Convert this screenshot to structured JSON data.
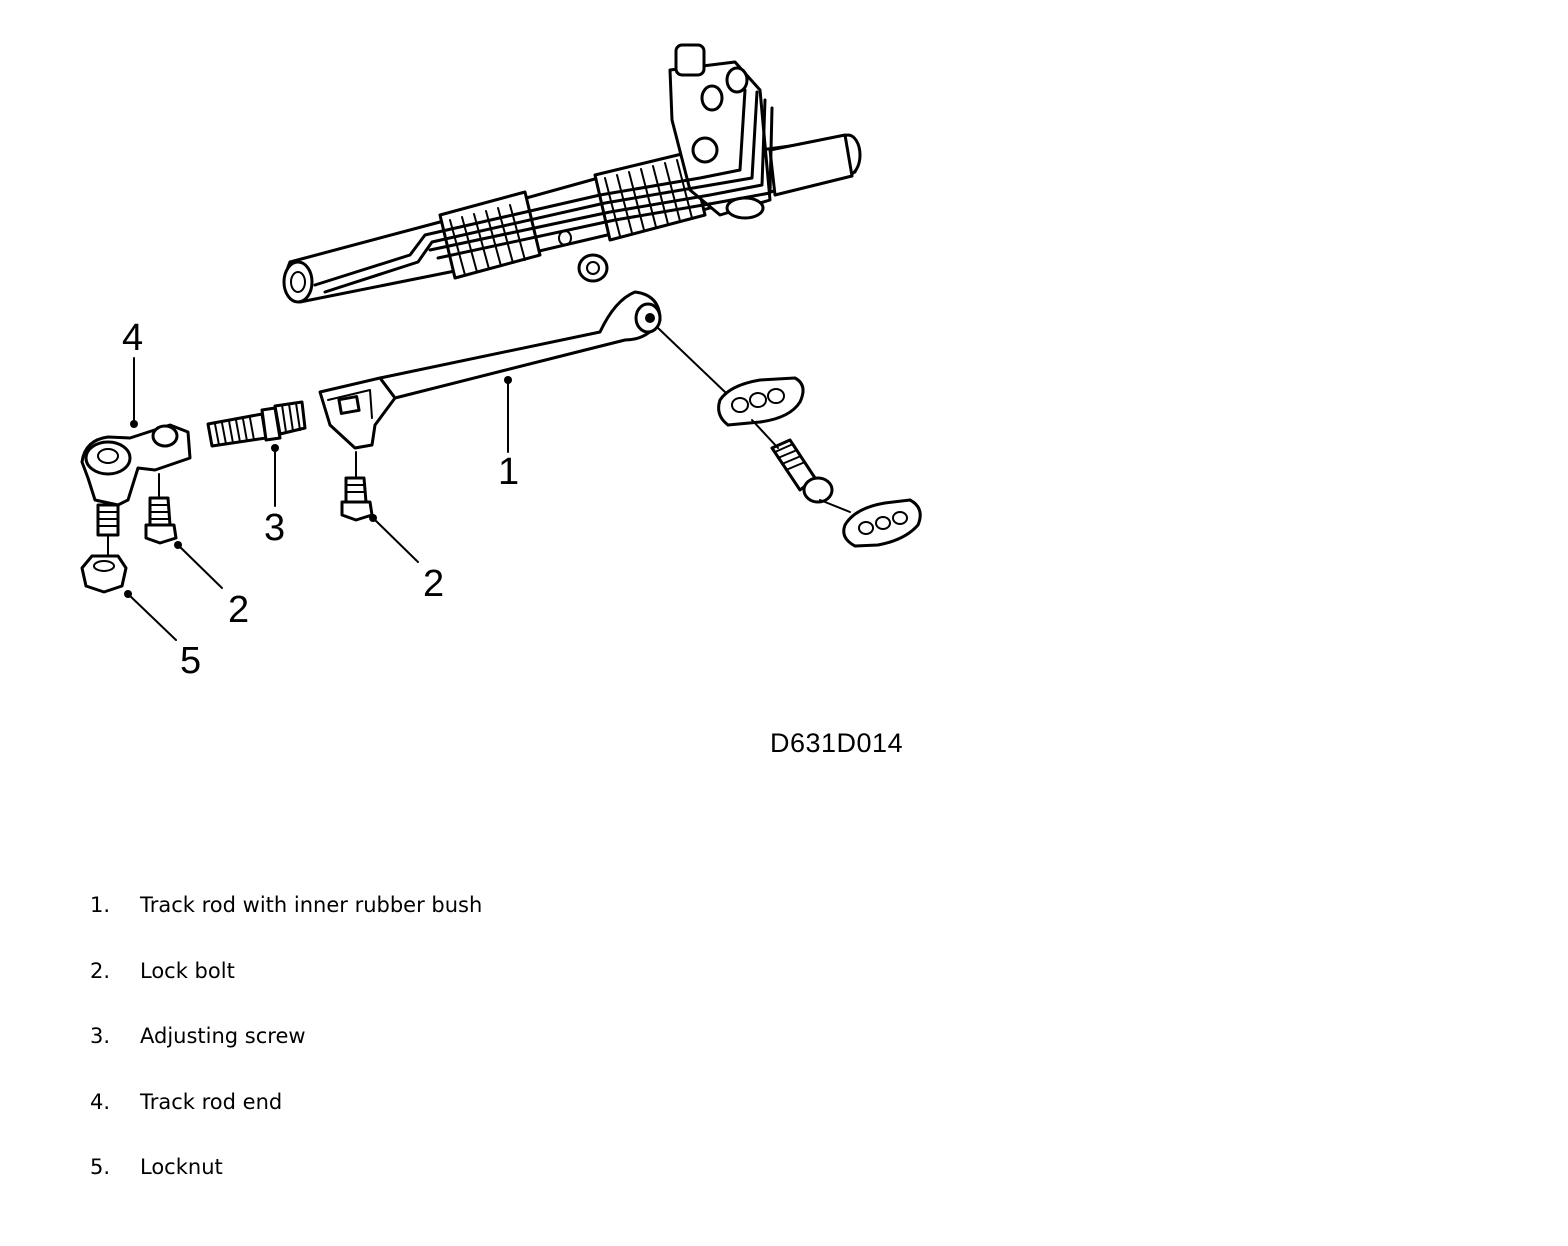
{
  "callouts": {
    "c1": "1",
    "c2a": "2",
    "c2b": "2",
    "c3": "3",
    "c4": "4",
    "c5": "5"
  },
  "figure_code": "D631D014",
  "legend": [
    {
      "num": "1.",
      "text": "Track rod with inner rubber bush"
    },
    {
      "num": "2.",
      "text": "Lock bolt"
    },
    {
      "num": "3.",
      "text": "Adjusting screw"
    },
    {
      "num": "4.",
      "text": "Track rod end"
    },
    {
      "num": "5.",
      "text": "Locknut"
    }
  ]
}
